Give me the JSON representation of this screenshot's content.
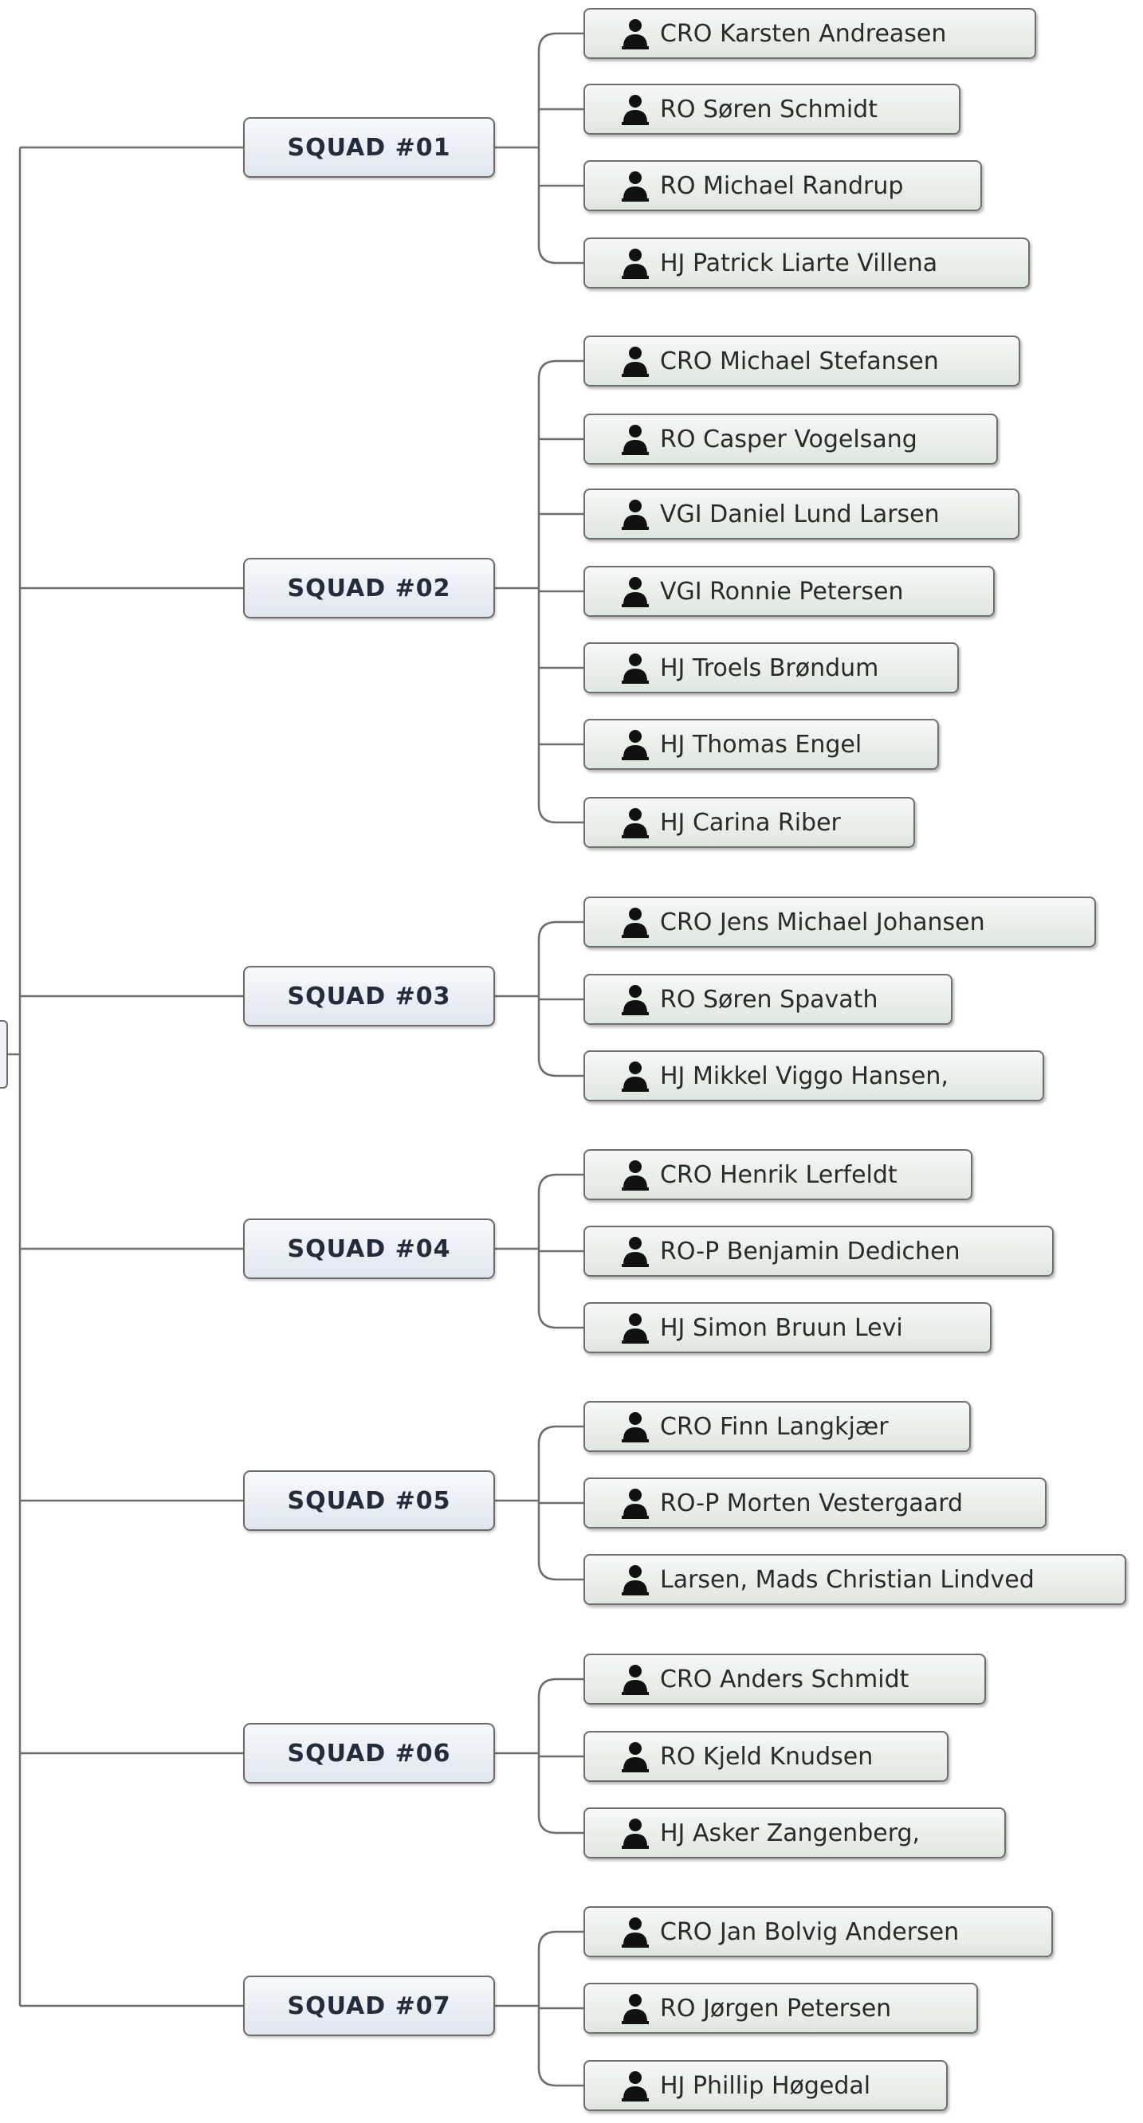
{
  "squads": [
    {
      "label": "SQUAD #01",
      "members": [
        "CRO Karsten Andreasen",
        "RO Søren Schmidt",
        "RO Michael Randrup",
        "HJ Patrick Liarte Villena"
      ]
    },
    {
      "label": "SQUAD #02",
      "members": [
        "CRO Michael Stefansen",
        "RO Casper Vogelsang",
        "VGI Daniel Lund Larsen",
        "VGI Ronnie Petersen",
        "HJ Troels Brøndum",
        "HJ Thomas Engel",
        "HJ Carina Riber"
      ]
    },
    {
      "label": "SQUAD #03",
      "members": [
        "CRO Jens Michael Johansen",
        "RO Søren Spavath",
        "HJ Mikkel Viggo Hansen,"
      ]
    },
    {
      "label": "SQUAD #04",
      "members": [
        "CRO Henrik Lerfeldt",
        "RO-P Benjamin Dedichen",
        "HJ Simon Bruun Levi"
      ]
    },
    {
      "label": "SQUAD #05",
      "members": [
        "CRO Finn Langkjær",
        "RO-P Morten Vestergaard",
        "Larsen, Mads Christian Lindved"
      ]
    },
    {
      "label": "SQUAD #06",
      "members": [
        "CRO Anders Schmidt",
        "RO Kjeld Knudsen",
        "HJ Asker Zangenberg,"
      ]
    },
    {
      "label": "SQUAD #07",
      "members": [
        "CRO Jan Bolvig Andersen",
        "RO Jørgen Petersen",
        "HJ Phillip Høgedal"
      ]
    }
  ],
  "icons": {
    "member": "person-icon"
  },
  "colors": {
    "line": "#6c6c6c",
    "squad_fill": "#e4eaf2",
    "member_fill": "#e6ebe6"
  }
}
